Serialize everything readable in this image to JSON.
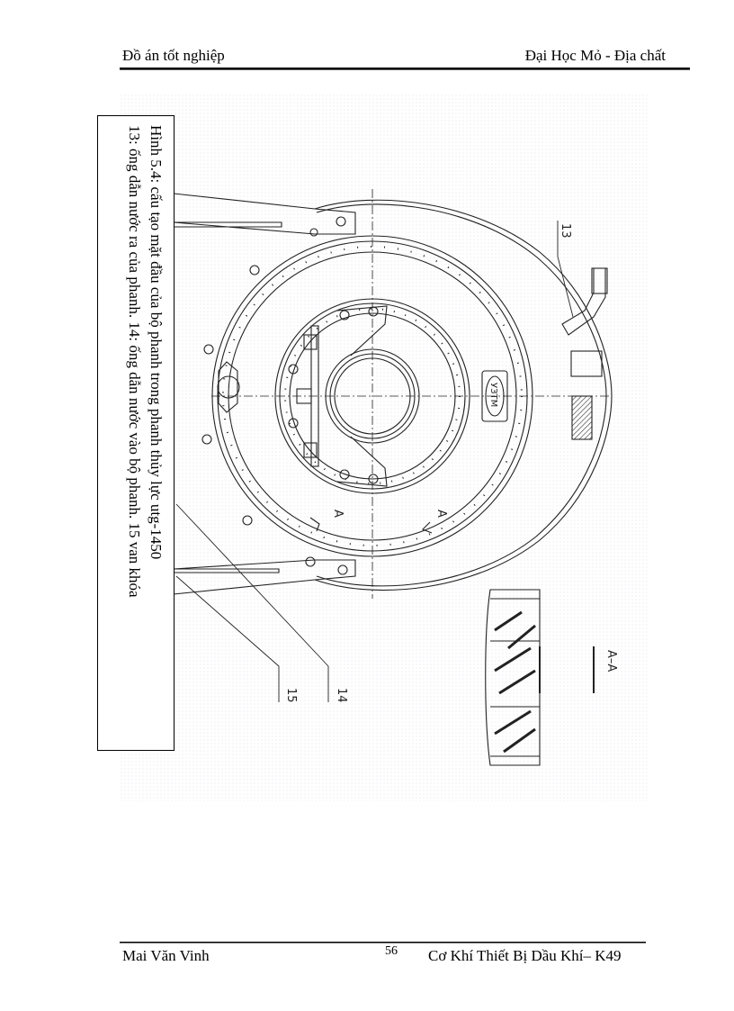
{
  "header": {
    "left": "Đồ án tốt nghiệp",
    "right": "Đại Học Mỏ - Địa chất"
  },
  "figure": {
    "caption_line1": "Hình 5.4: cấu tạo mặt đầu của bộ phanh trong phanh thủy lực utg-1450",
    "caption_line2": "13: ống dẫn nước ra của phanh. 14: ống dẫn nước vào bộ phanh. 15 van khóa",
    "callouts": [
      "13",
      "14",
      "15"
    ],
    "section_label": "A–A",
    "section_marks": [
      "A",
      "A"
    ],
    "nameplate": "УЗТМ"
  },
  "footer": {
    "author": "Mai Văn Vinh",
    "page_number": "56",
    "right": "Cơ Khí Thiết Bị Dầu Khí– K49"
  }
}
